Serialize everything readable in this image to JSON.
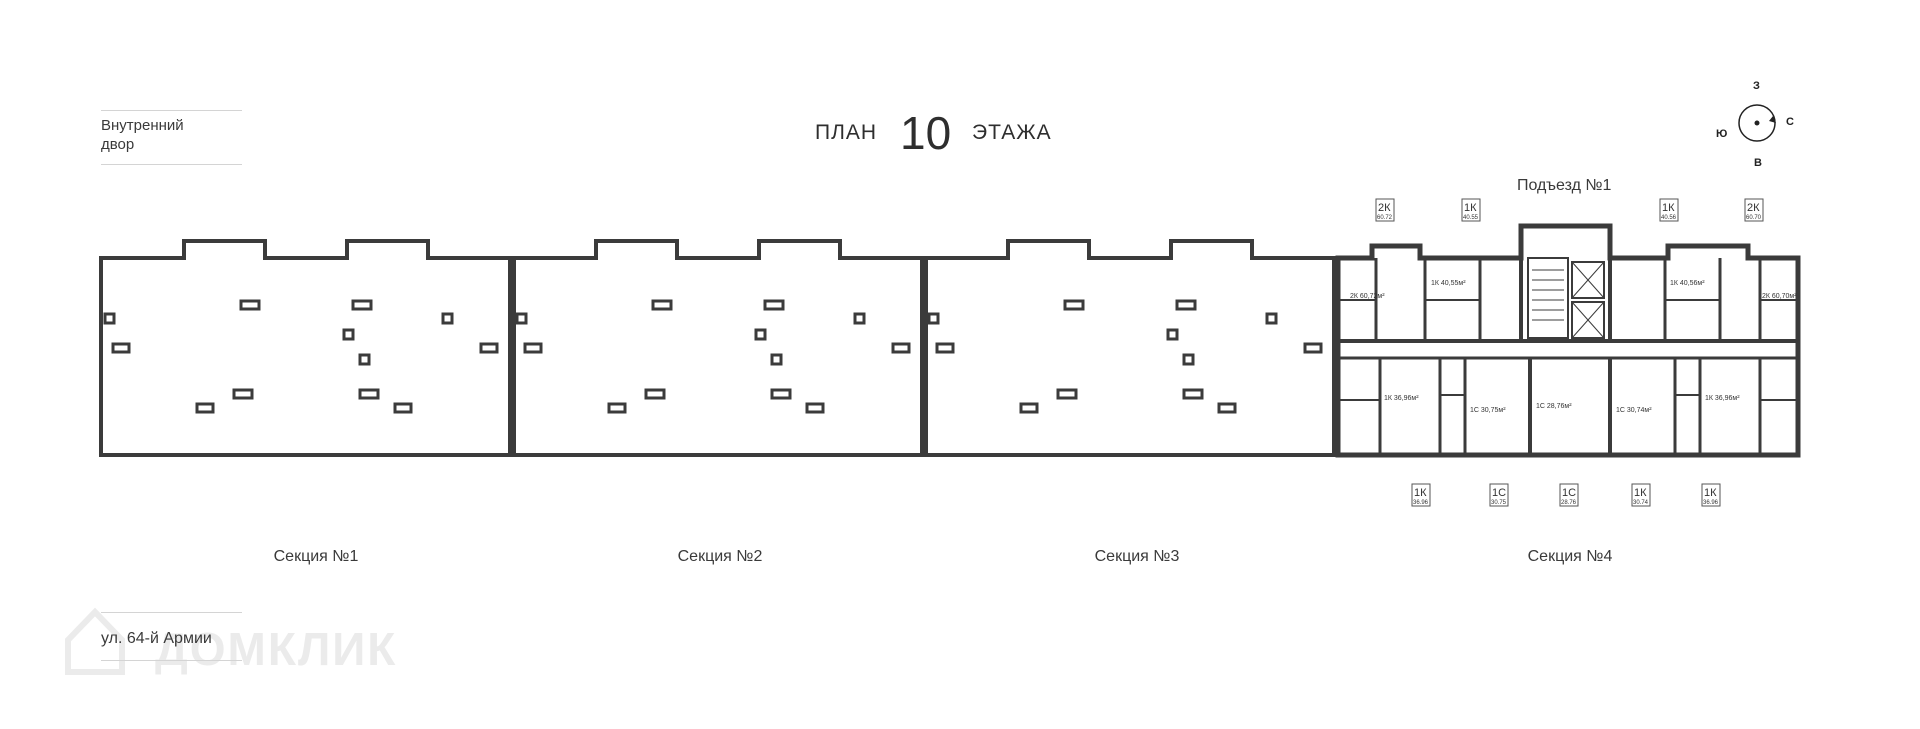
{
  "courtyard_label": [
    "Внутренний",
    "двор"
  ],
  "street_label": "ул. 64-й Армии",
  "title": {
    "prefix": "ПЛАН",
    "floor": "10",
    "suffix": "ЭТАЖА"
  },
  "compass": {
    "north": "З",
    "east": "С",
    "south": "В",
    "west": "Ю"
  },
  "entrance_label": "Подъезд №1",
  "sections": [
    {
      "label": "Секция №1"
    },
    {
      "label": "Секция №2"
    },
    {
      "label": "Секция №3"
    },
    {
      "label": "Секция №4"
    }
  ],
  "top_apartment_tags": [
    {
      "type": "2К",
      "area": "60.72"
    },
    {
      "type": "1К",
      "area": "40.55"
    },
    {
      "type": "1К",
      "area": "40.56"
    },
    {
      "type": "2К",
      "area": "60.70"
    }
  ],
  "bottom_apartment_tags": [
    {
      "type": "1К",
      "area": "36.96"
    },
    {
      "type": "1С",
      "area": "30.75"
    },
    {
      "type": "1С",
      "area": "28.76"
    },
    {
      "type": "1К",
      "area": "30.74"
    },
    {
      "type": "1К",
      "area": "36.96"
    }
  ],
  "unit_labels": [
    {
      "name": "2К 60,72м²"
    },
    {
      "name": "1К 40,55м²"
    },
    {
      "name": "1К 40,56м²"
    },
    {
      "name": "2К 60,70м²"
    },
    {
      "name": "1К 36,96м²"
    },
    {
      "name": "1С 30,75м²"
    },
    {
      "name": "1С 28,76м²"
    },
    {
      "name": "1С 30,74м²"
    },
    {
      "name": "1К 36,96м²"
    }
  ],
  "watermark": "ДОМКЛИК",
  "colors": {
    "wall": "#3b3b3b",
    "text": "#333333",
    "divider": "#d4d4d4",
    "watermark": "#ebebeb"
  }
}
